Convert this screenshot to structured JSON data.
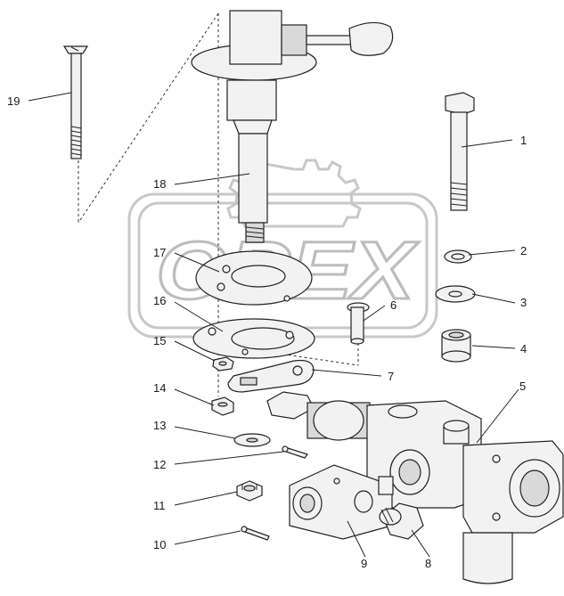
{
  "diagram": {
    "watermark": "OPEX",
    "callouts": [
      {
        "id": "1",
        "text": "1"
      },
      {
        "id": "2",
        "text": "2"
      },
      {
        "id": "3",
        "text": "3"
      },
      {
        "id": "4",
        "text": "4"
      },
      {
        "id": "5",
        "text": "5"
      },
      {
        "id": "6",
        "text": "6"
      },
      {
        "id": "7",
        "text": "7"
      },
      {
        "id": "8",
        "text": "8"
      },
      {
        "id": "9",
        "text": "9"
      },
      {
        "id": "10",
        "text": "10"
      },
      {
        "id": "11",
        "text": "11"
      },
      {
        "id": "12",
        "text": "12"
      },
      {
        "id": "13",
        "text": "13"
      },
      {
        "id": "14",
        "text": "14"
      },
      {
        "id": "15",
        "text": "15"
      },
      {
        "id": "16",
        "text": "16"
      },
      {
        "id": "17",
        "text": "17"
      },
      {
        "id": "18",
        "text": "18"
      },
      {
        "id": "19",
        "text": "19"
      }
    ]
  }
}
